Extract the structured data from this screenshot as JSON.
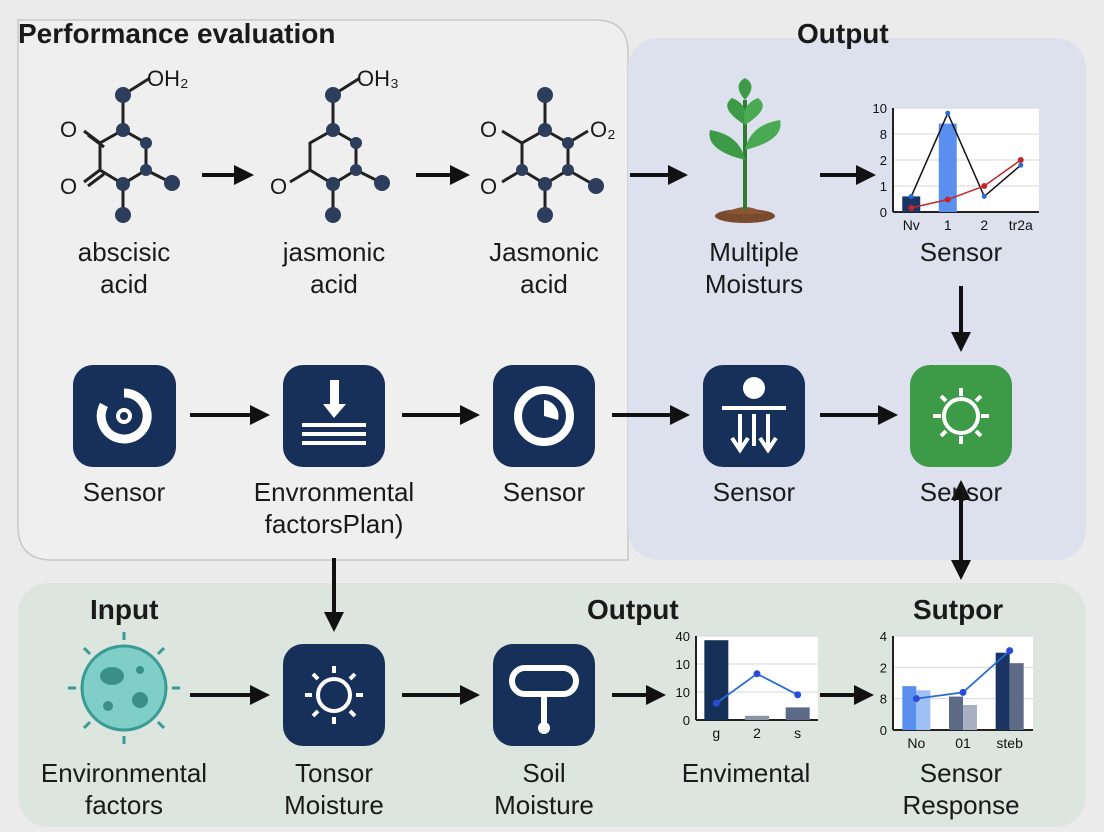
{
  "sections": {
    "performance_title": "Performance evaluation",
    "output_top_title": "Output",
    "input_title": "Input",
    "output_bottom_title": "Output",
    "sutpor_title": "Sutpor"
  },
  "molecules": [
    {
      "label": "abscisic\nacid",
      "oh_label": "OH₂",
      "o_labels": [
        "O",
        "O"
      ]
    },
    {
      "label": "jasmonic\nacid",
      "oh_label": "OH₃",
      "o_labels": [
        "O"
      ]
    },
    {
      "label": "Jasmonic\nacid",
      "o_labels": [
        "O",
        "O₂",
        "O"
      ]
    }
  ],
  "nodes": {
    "plant_label": "Multiple\nMoisturs",
    "chart_top_label": "Sensor",
    "row2": [
      "Sensor",
      "Envronmental\nfactorsPlan)",
      "Sensor",
      "Sensor",
      "Sensor"
    ],
    "row3": [
      "Environmental\nfactors",
      "Tonsor\nMoisture",
      "Soil\nMoisture",
      "Envimental",
      "Sensor\nResponse"
    ]
  },
  "colors": {
    "navy": "#17305a",
    "green": "#3d9b47",
    "blue_panel": "#dde1ee",
    "green_panel": "#dde5df",
    "grey_panel": "#efefef"
  },
  "chart_data": [
    {
      "type": "bar",
      "categories": [
        "Nv",
        "1",
        "2",
        "tr2a"
      ],
      "y_ticks": [
        "0",
        "1",
        "2",
        "8",
        "10"
      ],
      "bars": [
        1.5,
        8.5,
        0,
        0
      ],
      "line_black": [
        1.5,
        9.5,
        1.5,
        4.5
      ],
      "line_red": [
        0.4,
        1.2,
        2.5,
        5
      ],
      "ylim": [
        0,
        10
      ]
    },
    {
      "type": "bar",
      "categories": [
        "g",
        "2",
        "s"
      ],
      "y_ticks": [
        "0",
        "10",
        "10",
        "40"
      ],
      "bars": [
        38,
        2,
        6
      ],
      "line": [
        8,
        22,
        12
      ],
      "ylim": [
        0,
        40
      ]
    },
    {
      "type": "bar",
      "categories": [
        "No",
        "01",
        "steb"
      ],
      "y_ticks": [
        "0",
        "8",
        "2",
        "4"
      ],
      "series_a": [
        2.1,
        1.6,
        3.7
      ],
      "series_b": [
        1.9,
        1.2,
        3.2
      ],
      "line": [
        1.5,
        1.8,
        3.8
      ],
      "ylim": [
        0,
        4.5
      ]
    }
  ]
}
